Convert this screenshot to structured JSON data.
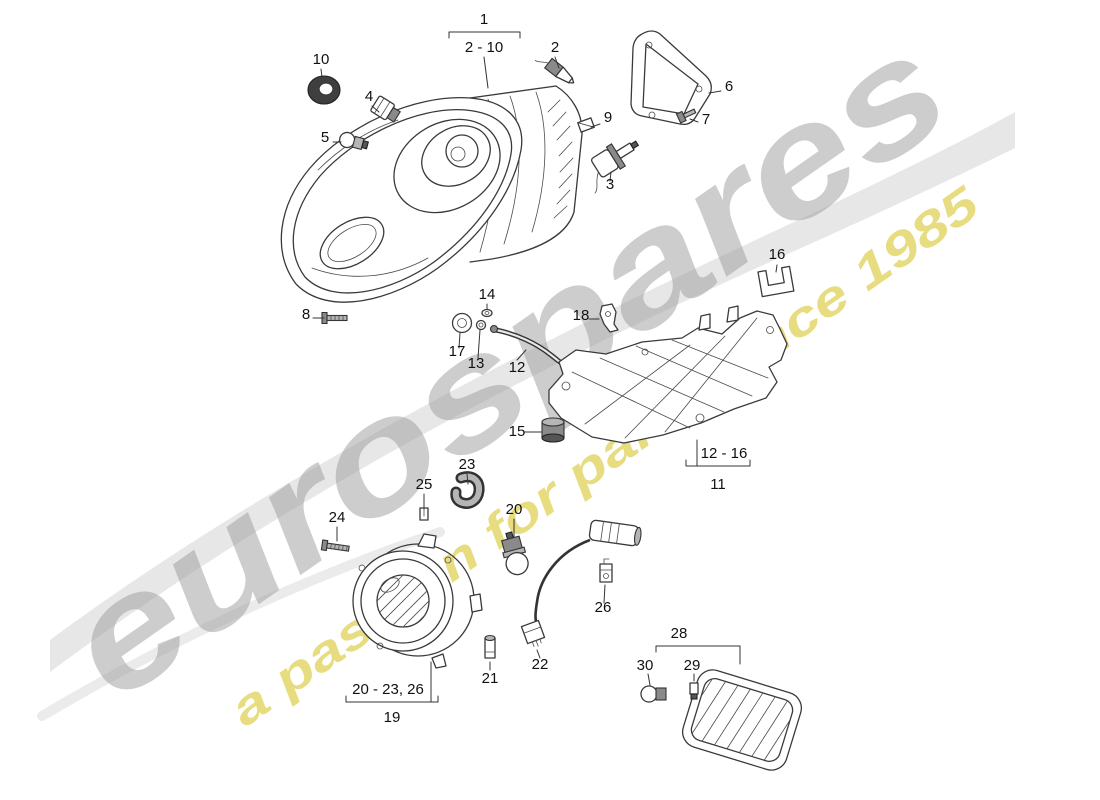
{
  "watermark": {
    "brand": "eurospares",
    "tagline": "a passion for parts since 1985"
  },
  "callouts": {
    "n1": "1",
    "grp_2_10": "2 - 10",
    "n2": "2",
    "n3": "3",
    "n4": "4",
    "n5": "5",
    "n6": "6",
    "n7": "7",
    "n8": "8",
    "n9": "9",
    "n10": "10",
    "n11": "11",
    "grp_12_16": "12 - 16",
    "n12": "12",
    "n13": "13",
    "n14": "14",
    "n15": "15",
    "n16": "16",
    "n17": "17",
    "n18": "18",
    "n19": "19",
    "grp_20_23_26": "20 - 23, 26",
    "n20": "20",
    "n21": "21",
    "n22": "22",
    "n23": "23",
    "n24": "24",
    "n25": "25",
    "n26": "26",
    "n28": "28",
    "n29": "29",
    "n30": "30"
  }
}
